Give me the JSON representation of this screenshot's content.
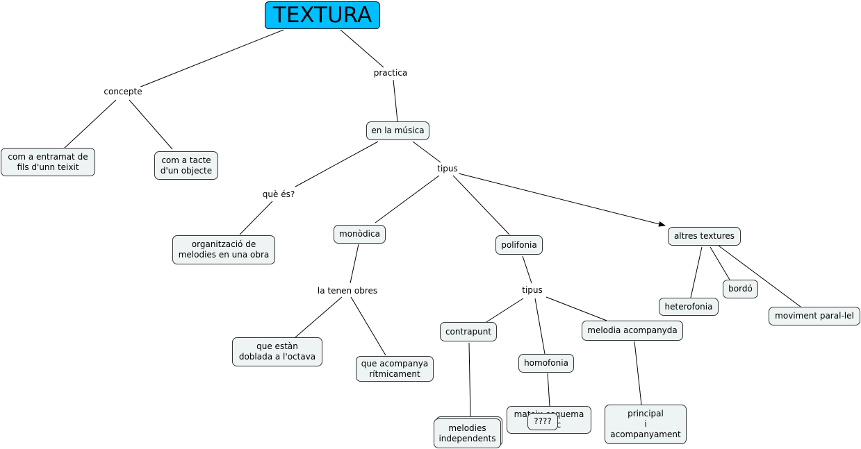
{
  "root": "TEXTURA",
  "links": {
    "concepte": "concepte",
    "practica": "practica",
    "que_es": "què és?",
    "tipus_main": "tipus",
    "la_tenen_obres": "la tenen obres",
    "tipus_polifonia": "tipus"
  },
  "nodes": {
    "entramat": "com a entramat de\nfils d'unn teixit",
    "tacte": "com a tacte\nd'un objecte",
    "en_la_musica": "en la música",
    "organitzacio": "organització de\nmelodies en una obra",
    "monodica": "monòdica",
    "polifonia": "polifonia",
    "altres_textures": "altres textures",
    "doblada": "que estàn\ndoblada a l'octava",
    "acompanya": "que acompanya\nrítmicament",
    "contrapunt": "contrapunt",
    "homofonia": "homofonia",
    "melodia_acompanyada": "melodia acompanyda",
    "melodies_independents": "melodies\nindependents",
    "mateix_esquema": "mateix esquema\nrítmic",
    "interrogants": "????",
    "principal": "principal\ni\nacompanyament",
    "heterofonia": "heterofonia",
    "bordo": "bordó",
    "moviment": "moviment paral-lel"
  },
  "colors": {
    "root_fill": "#00bfff",
    "node_fill": "#eef3f4",
    "line": "#000000"
  }
}
